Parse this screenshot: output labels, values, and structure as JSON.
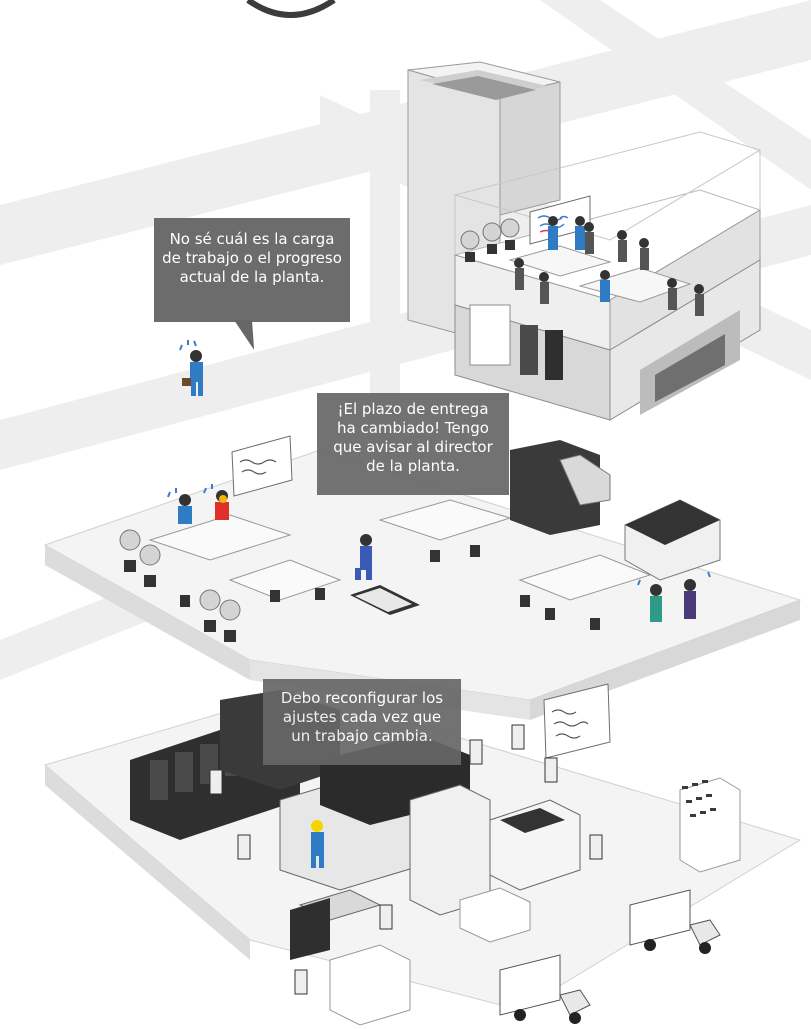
{
  "bubbles": {
    "manager": {
      "lines": [
        "No sé cuál es la carga",
        "de trabajo o el progreso",
        "actual de la planta."
      ]
    },
    "office": {
      "lines": [
        "¡El plazo de entrega",
        "ha cambiado! Tengo",
        "que avisar al director",
        "de la planta."
      ]
    },
    "operator": {
      "lines": [
        "Debo reconfigurar los",
        "ajustes cada vez que",
        "un trabajo cambia."
      ]
    }
  },
  "colors": {
    "bubble": "#676767",
    "road": "#ededed",
    "floor": "#f1f1f1",
    "worker_blue": "#2f7bc4",
    "worker_accent_red": "#e0302a",
    "helmet_yellow": "#f5d400",
    "whiteboard_ink_blue": "#3a7bd5",
    "whiteboard_ink_red": "#d83a5a"
  },
  "illustration": {
    "levels": [
      "headquarters-office",
      "planning-office",
      "production-floor"
    ],
    "icons": [
      "sweat-drops-icon",
      "whiteboard-icon",
      "truck-icon",
      "briefcase-icon"
    ]
  }
}
